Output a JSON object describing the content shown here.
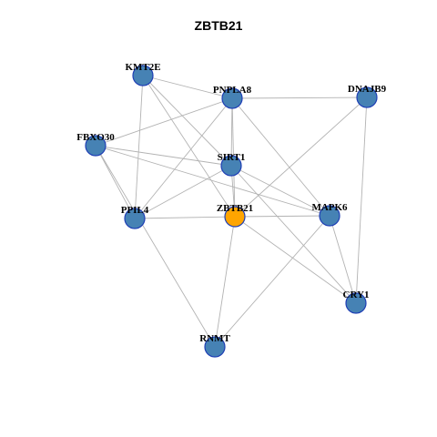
{
  "title": "ZBTB21",
  "colors": {
    "node_fill": "#4682b4",
    "node_stroke": "#1f3fb5",
    "hub_fill": "#ffa500",
    "edge": "#b3b3b3"
  },
  "nodes": [
    {
      "id": "KMT2E",
      "label": "KMT2E",
      "hub": false
    },
    {
      "id": "PNPLA8",
      "label": "PNPLA8",
      "hub": false
    },
    {
      "id": "DNAJB9",
      "label": "DNAJB9",
      "hub": false
    },
    {
      "id": "FBXO30",
      "label": "FBXO30",
      "hub": false
    },
    {
      "id": "SIRT1",
      "label": "SIRT1",
      "hub": false
    },
    {
      "id": "PPIL4",
      "label": "PPIL4",
      "hub": false
    },
    {
      "id": "ZBTB21",
      "label": "ZBTB21",
      "hub": true
    },
    {
      "id": "MAPK6",
      "label": "MAPK6",
      "hub": false
    },
    {
      "id": "CRY1",
      "label": "CRY1",
      "hub": false
    },
    {
      "id": "RNMT",
      "label": "RNMT",
      "hub": false
    }
  ],
  "edges": [
    [
      "KMT2E",
      "PNPLA8"
    ],
    [
      "KMT2E",
      "SIRT1"
    ],
    [
      "KMT2E",
      "PPIL4"
    ],
    [
      "KMT2E",
      "ZBTB21"
    ],
    [
      "PNPLA8",
      "DNAJB9"
    ],
    [
      "PNPLA8",
      "FBXO30"
    ],
    [
      "PNPLA8",
      "SIRT1"
    ],
    [
      "PNPLA8",
      "PPIL4"
    ],
    [
      "PNPLA8",
      "ZBTB21"
    ],
    [
      "PNPLA8",
      "MAPK6"
    ],
    [
      "DNAJB9",
      "ZBTB21"
    ],
    [
      "DNAJB9",
      "CRY1"
    ],
    [
      "FBXO30",
      "SIRT1"
    ],
    [
      "FBXO30",
      "PPIL4"
    ],
    [
      "FBXO30",
      "MAPK6"
    ],
    [
      "FBXO30",
      "RNMT"
    ],
    [
      "SIRT1",
      "PPIL4"
    ],
    [
      "SIRT1",
      "ZBTB21"
    ],
    [
      "SIRT1",
      "MAPK6"
    ],
    [
      "SIRT1",
      "CRY1"
    ],
    [
      "PPIL4",
      "ZBTB21"
    ],
    [
      "ZBTB21",
      "MAPK6"
    ],
    [
      "ZBTB21",
      "CRY1"
    ],
    [
      "ZBTB21",
      "RNMT"
    ],
    [
      "MAPK6",
      "CRY1"
    ],
    [
      "MAPK6",
      "RNMT"
    ]
  ]
}
